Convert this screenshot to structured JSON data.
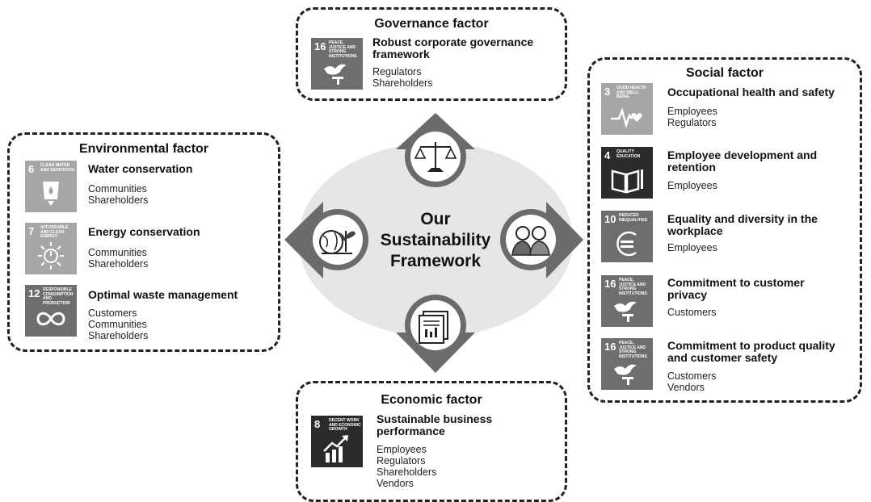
{
  "center": {
    "line1": "Our",
    "line2": "Sustainability",
    "line3": "Framework"
  },
  "governance": {
    "title": "Governance factor",
    "items": [
      {
        "sdg_num": "16",
        "sdg_label": "PEACE, JUSTICE AND STRONG INSTITUTIONS",
        "sdg_icon": "dove-gavel-icon",
        "title_l1": "Robust corporate governance",
        "title_l2": "framework",
        "s1": "Regulators",
        "s2": "Shareholders"
      }
    ]
  },
  "environmental": {
    "title": "Environmental factor",
    "items": [
      {
        "sdg_num": "6",
        "sdg_label": "CLEAN WATER AND SANITATION",
        "sdg_icon": "water-drop-icon",
        "title_l1": "Water conservation",
        "s1": "Communities",
        "s2": "Shareholders"
      },
      {
        "sdg_num": "7",
        "sdg_label": "AFFORDABLE AND CLEAN ENERGY",
        "sdg_icon": "sun-power-icon",
        "title_l1": "Energy conservation",
        "s1": "Communities",
        "s2": "Shareholders"
      },
      {
        "sdg_num": "12",
        "sdg_label": "RESPONSIBLE CONSUMPTION AND PRODUCTION",
        "sdg_icon": "infinity-icon",
        "title_l1": "Optimal waste management",
        "s1": "Customers",
        "s2": "Communities",
        "s3": "Shareholders"
      }
    ]
  },
  "social": {
    "title": "Social factor",
    "items": [
      {
        "sdg_num": "3",
        "sdg_label": "GOOD HEALTH AND WELL-BEING",
        "sdg_icon": "heartbeat-icon",
        "title_l1": "Occupational health and safety",
        "s1": "Employees",
        "s2": "Regulators"
      },
      {
        "sdg_num": "4",
        "sdg_label": "QUALITY EDUCATION",
        "sdg_icon": "book-pencil-icon",
        "title_l1": "Employee development and",
        "title_l2": "retention",
        "s1": "Employees"
      },
      {
        "sdg_num": "10",
        "sdg_label": "REDUCED INEQUALITIES",
        "sdg_icon": "equality-icon",
        "title_l1": "Equality and diversity in the",
        "title_l2": "workplace",
        "s1": "Employees"
      },
      {
        "sdg_num": "16",
        "sdg_label": "PEACE, JUSTICE AND STRONG INSTITUTIONS",
        "sdg_icon": "dove-gavel-icon",
        "title_l1": "Commitment to customer",
        "title_l2": "privacy",
        "s1": "Customers"
      },
      {
        "sdg_num": "16",
        "sdg_label": "PEACE, JUSTICE AND STRONG INSTITUTIONS",
        "sdg_icon": "dove-gavel-icon",
        "title_l1": "Commitment to product quality",
        "title_l2": "and customer safety",
        "s1": "Customers",
        "s2": "Vendors"
      }
    ]
  },
  "economic": {
    "title": "Economic factor",
    "items": [
      {
        "sdg_num": "8",
        "sdg_label": "DECENT WORK AND ECONOMIC GROWTH",
        "sdg_icon": "growth-chart-icon",
        "title_l1": "Sustainable business",
        "title_l2": "performance",
        "s1": "Employees",
        "s2": "Regulators",
        "s3": "Shareholders",
        "s4": "Vendors"
      }
    ]
  },
  "colors": {
    "panel_border": "#222222",
    "sdg_light": "#a6a6a6",
    "sdg_mid": "#6e6e6e",
    "sdg_dark": "#2b2b2b",
    "ring": "#6b6b6b",
    "disk": "#e6e6e6"
  }
}
